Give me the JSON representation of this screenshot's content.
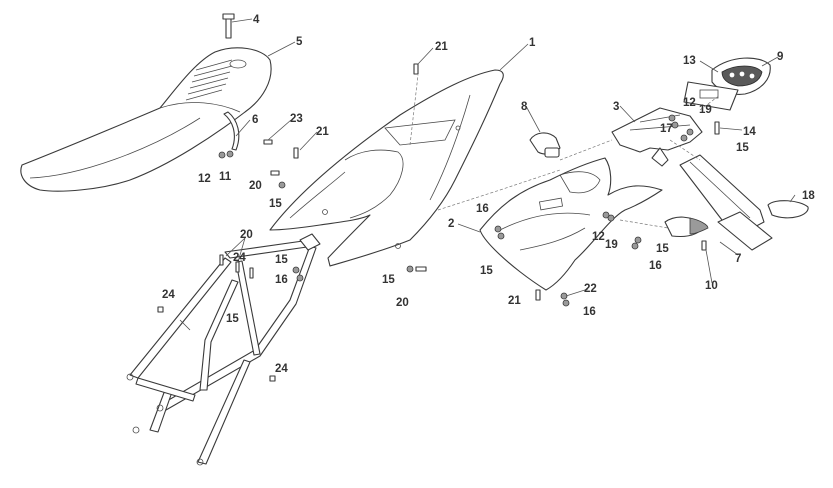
{
  "callouts": {
    "c1": "1",
    "c2": "2",
    "c3": "3",
    "c4": "4",
    "c5": "5",
    "c6": "6",
    "c7": "7",
    "c8": "8",
    "c9": "9",
    "c10": "10",
    "c11": "11",
    "c12a": "12",
    "c12b": "12",
    "c12c": "12",
    "c13": "13",
    "c14": "14",
    "c15a": "15",
    "c15b": "15",
    "c15c": "15",
    "c15d": "15",
    "c15e": "15",
    "c15f": "15",
    "c15g": "15",
    "c16a": "16",
    "c16b": "16",
    "c16c": "16",
    "c16d": "16",
    "c17": "17",
    "c18": "18",
    "c19a": "19",
    "c19b": "19",
    "c20a": "20",
    "c20b": "20",
    "c20c": "20",
    "c21a": "21",
    "c21b": "21",
    "c21c": "21",
    "c22": "22",
    "c23": "23",
    "c24a": "24",
    "c24b": "24",
    "c24c": "24"
  },
  "colors": {
    "line": "#3a3a3a",
    "label": "#333333",
    "shade": "#9a9a9a",
    "background": "#ffffff"
  }
}
